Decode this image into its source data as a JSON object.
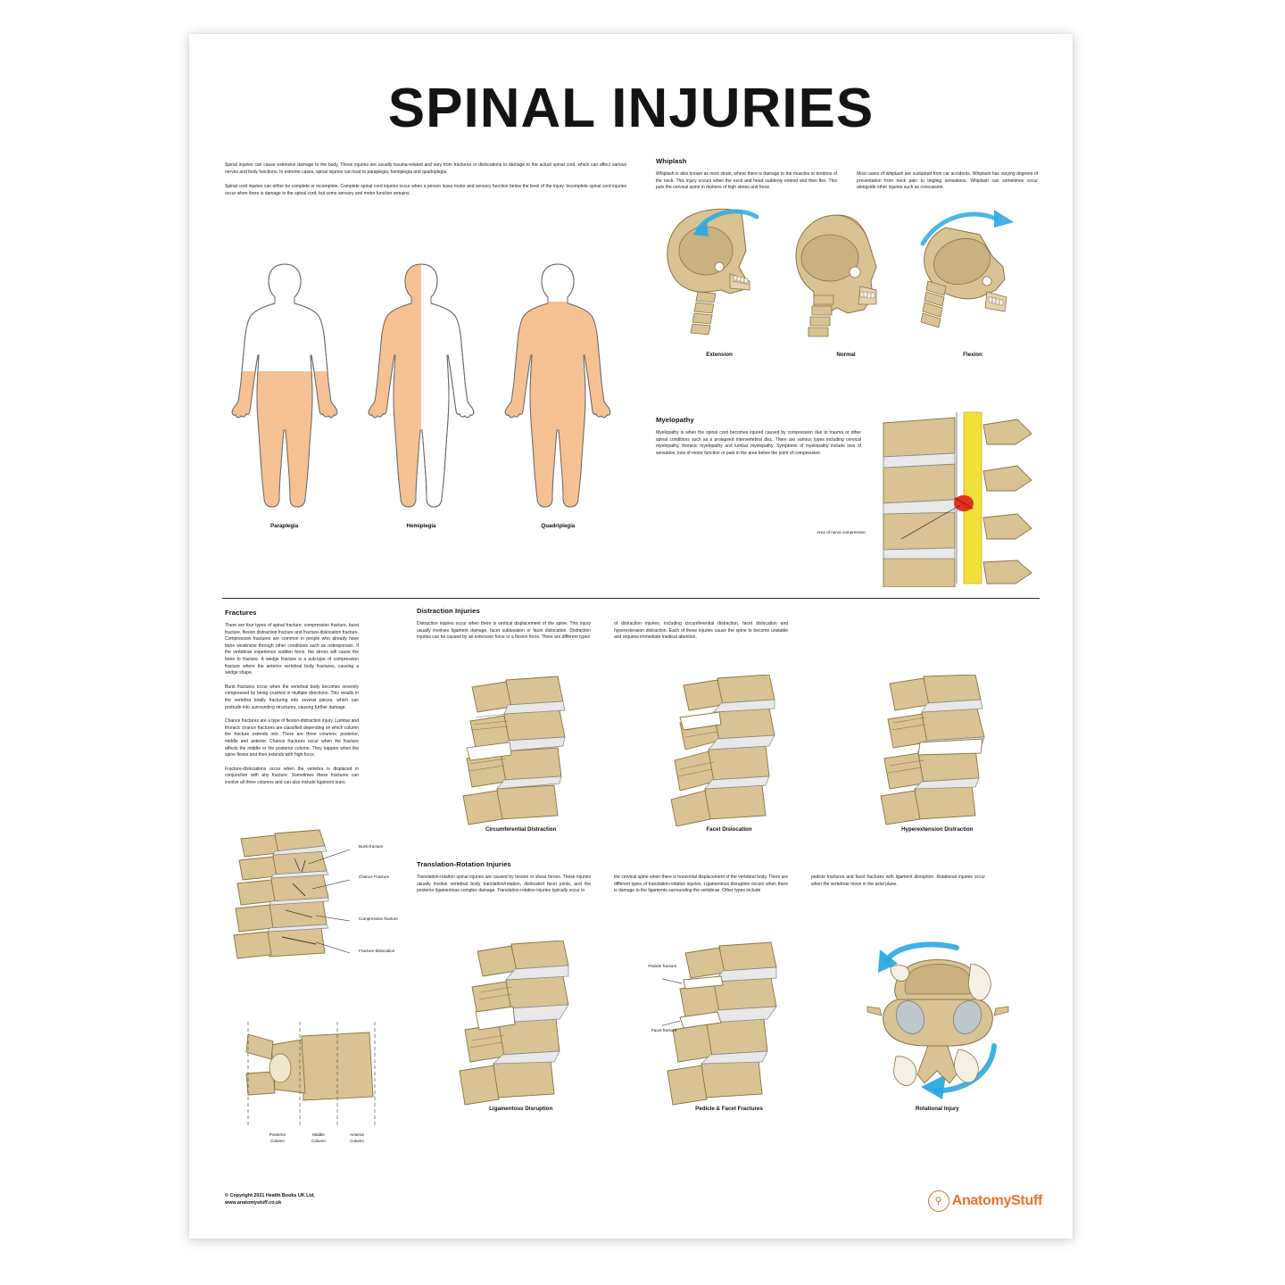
{
  "poster": {
    "title": "SPINAL INJURIES",
    "accent_bone": "#D9C293",
    "accent_bone_dark": "#BFA269",
    "accent_skin": "#F5C193",
    "accent_arrow": "#2BA9E0",
    "accent_brand": "#E8722A",
    "accent_red": "#E03020",
    "accent_nerve": "#F2E03A"
  },
  "intro": {
    "p1": "Spinal injuries can cause extensive damage to the body. These injuries are usually trauma-related and vary from fractures or dislocations to damage to the actual spinal cord, which can affect various nerves and body functions. In extreme cases, spinal injuries can lead to paraplegia, hemiplegia and quadriplegia.",
    "p2": "Spinal cord injuries can either be complete or incomplete. Complete spinal cord injuries occur when a person loses motor and sensory function below the level of the injury. Incomplete spinal cord injuries occur when there is damage to the spinal cord, but some sensory and motor function remains."
  },
  "bodies": {
    "figures": [
      {
        "label": "Paraplegia",
        "shading": "lower-body"
      },
      {
        "label": "Hemiplegia",
        "shading": "left-half"
      },
      {
        "label": "Quadriplegia",
        "shading": "below-neck"
      }
    ]
  },
  "whiplash": {
    "heading": "Whiplash",
    "col1": "Whiplash is also known as neck strain, where there is damage to the muscles or tendons of the neck. This injury occurs when the neck and head suddenly extend and then flex. This puts the cervical spine in motions of high stress and force.",
    "col2": "Most cases of whiplash are sustained from car accidents. Whiplash has varying degrees of presentation from neck pain to tingling sensations. Whiplash can sometimes occur alongside other injuries such as concussion.",
    "figures": [
      {
        "label": "Extension",
        "arrow": "left"
      },
      {
        "label": "Normal",
        "arrow": "none"
      },
      {
        "label": "Flexion",
        "arrow": "right"
      }
    ]
  },
  "myelopathy": {
    "heading": "Myelopathy",
    "text": "Myelopathy is when the spinal cord becomes injured caused by compression due to trauma or other spinal conditions such as a prolapsed intervertebral disc. There are various types including cervical myelopathy, thoracic myelopathy and lumbar myelopathy. Symptoms of myelopathy include loss of sensation, loss of motor function or pain in the area below the point of compression.",
    "callout": "Area of nerve compression"
  },
  "fractures": {
    "heading": "Fractures",
    "p1": "There are four types of spinal fracture: compression fracture, burst fracture, flexion distraction fracture and fracture-dislocation fracture. Compression fractures are common in people who already have bone weakness through other conditions such as osteoporosis. If the vertebrae experience sudden force, the stress will cause the bone to fracture. A wedge fracture is a sub-type of compression fracture where the anterior vertebral body fractures, causing a wedge shape.",
    "p2": "Burst fractures occur when the vertebral body becomes severely compressed by being crushed in multiple directions. This results in the vertebra totally fracturing into several pieces, which can protrude into surrounding structures, causing further damage.",
    "p3": "Chance fractures are a type of flexion-distraction injury. Lumbar and thoracic chance fractures are classified depending on which column the fracture extends into. There are three columns: posterior, middle and anterior. Chance fractures occur when the fracture affects the middle or the posterior column. They happen when the spine flexes and then extends with high force.",
    "p4": "Fracture-dislocations occur when the vertebra is displaced in conjunction with any fracture. Sometimes these fractures can involve all three columns and can also include ligament tears.",
    "leaders": [
      "Burst fracture",
      "Chance Fracture",
      "Compression fracture",
      "Fracture-dislocation"
    ],
    "columns": [
      {
        "line1": "Posterior",
        "line2": "Column"
      },
      {
        "line1": "Middle",
        "line2": "Column"
      },
      {
        "line1": "Anterior",
        "line2": "Column"
      }
    ]
  },
  "distraction": {
    "heading": "Distraction Injuries",
    "col1": "Distraction injuries occur when there is vertical displacement of the spine. This injury usually involves ligament damage, facet subluxation or facet dislocation. Distraction injuries can be caused by an extension force or a flexion force. There are different types",
    "col2": "of distraction injuries, including circumferential distraction, facet dislocation and hyperextension distraction. Each of these injuries cause the spine to become unstable and requires immediate medical attention.",
    "figures": [
      {
        "label": "Circumferential Distraction"
      },
      {
        "label": "Facet Dislocation"
      },
      {
        "label": "Hyperextension Distraction"
      }
    ]
  },
  "translation": {
    "heading": "Translation-Rotation Injuries",
    "col1": "Translation-rotation spinal injuries are caused by torsion or shear forces. These injuries usually involve vertebral body translation/rotation, dislocated facet joints, and the posterior ligamentous complex damage. Translation-rotation injuries typically occur in",
    "col2": "the cervical spine when there is horizontal displacement of the vertebral body. There are different types of translation-rotation injuries. Ligamentous disruption occurs when there is damage to the ligaments surrounding the vertebrae. Other types include",
    "col3": "pedicle fractures and facet fractures with ligament disruption. Rotational injuries occur when the vertebrae move in the axial plane.",
    "figures": [
      {
        "label": "Ligamentous Disruption"
      },
      {
        "label": "Pedicle & Facet Fractures"
      },
      {
        "label": "Rotational Injury"
      }
    ],
    "callouts": [
      "Pedicle fracture",
      "Facet fracture"
    ]
  },
  "footer": {
    "copyright_line1": "© Copyright 2021 Health Books UK Ltd.",
    "copyright_line2": "www.anatomystuff.co.uk",
    "logo_text": "AnatomyStuff"
  }
}
